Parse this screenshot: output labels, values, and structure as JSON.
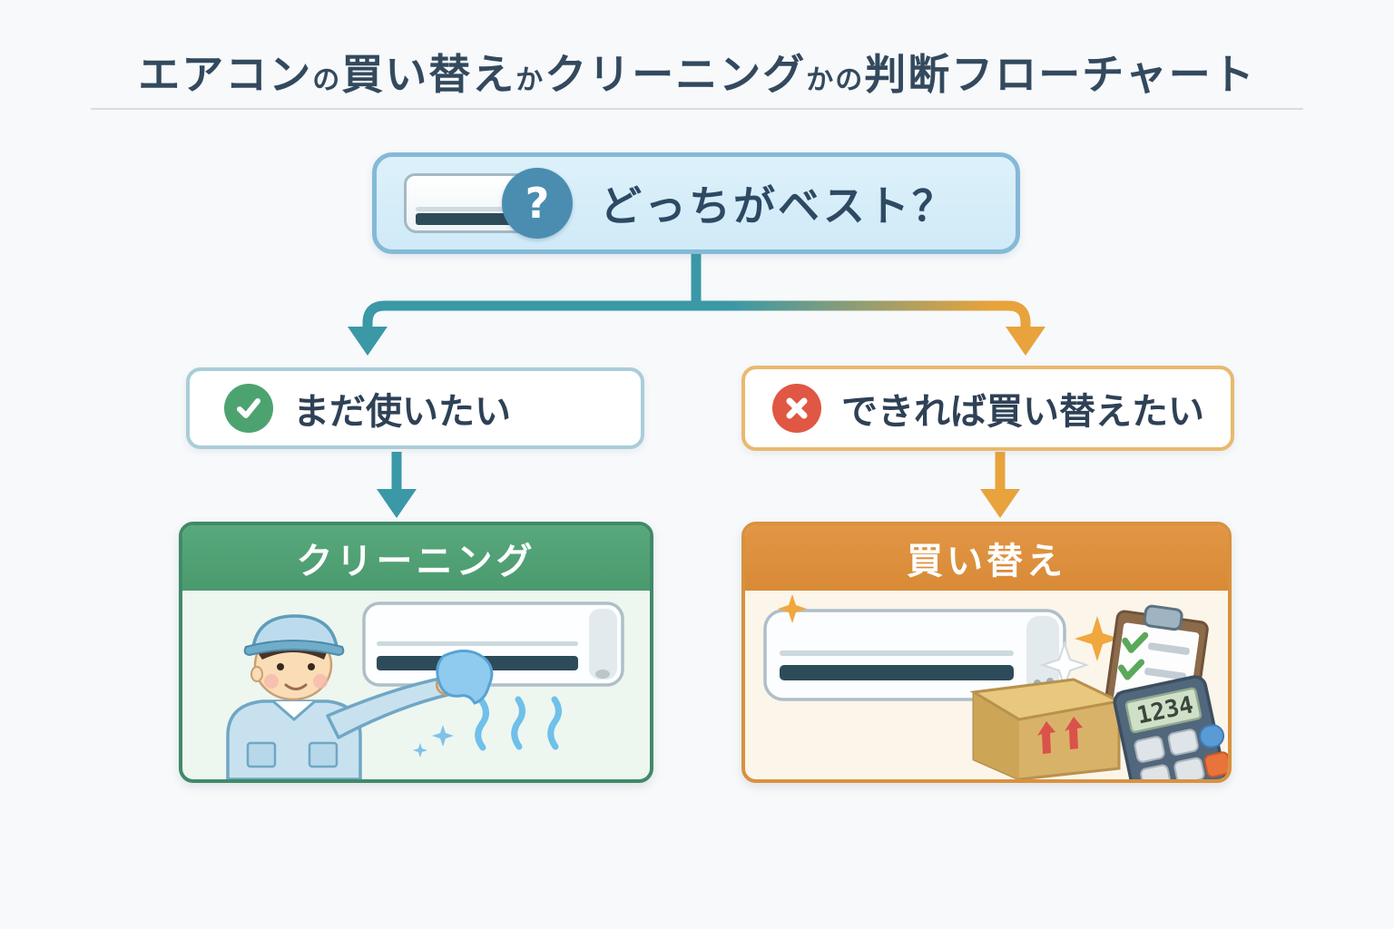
{
  "title": {
    "part1": "エアコン",
    "part2": "の",
    "part3": "買い替え",
    "part4": "か",
    "part5": "クリーニング",
    "part6": "かの",
    "part7": "判断フローチャート"
  },
  "question_box": {
    "label": "どっちがベスト？",
    "badge_glyph": "?",
    "icon": "air-conditioner-icon"
  },
  "branches": {
    "keep": {
      "label": "まだ使いたい",
      "icon": "check-icon"
    },
    "replace": {
      "label": "できれば買い替えたい",
      "icon": "cross-icon"
    }
  },
  "results": {
    "cleaning": {
      "title": "クリーニング",
      "illustration": "worker-cleaning-air-conditioner"
    },
    "replacement": {
      "title": "買い替え",
      "illustration": "new-air-conditioner-box-clipboard-calculator",
      "calculator_display": "1234"
    }
  },
  "colors": {
    "title_text": "#33495e",
    "question_fill": "#d6eef9",
    "question_border": "#85b9d6",
    "question_badge": "#4a8db1",
    "teal_branch": "#3a98a7",
    "orange_branch": "#e8a33c",
    "check_green": "#4da36f",
    "cross_red": "#e05744",
    "cleaning_header": "#4f9e74",
    "replacement_header": "#de8d3e",
    "card_green_border": "#3f8a68",
    "card_orange_border": "#d9913f"
  }
}
